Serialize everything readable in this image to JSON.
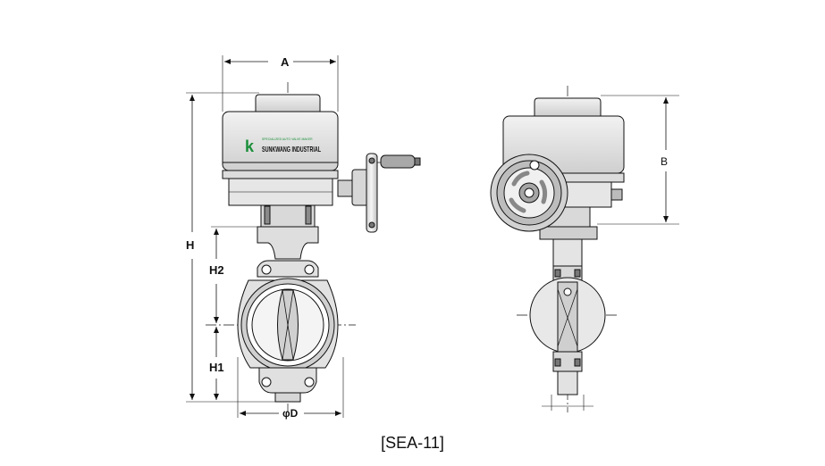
{
  "figure": {
    "caption": "[SEA-11]",
    "labels": {
      "a": "A",
      "h": "H",
      "h2": "H2",
      "h1": "H1",
      "d": "φD",
      "b": "B"
    },
    "logo": {
      "mark": "k",
      "tagline": "SPECIALIZED AUTO VALVE MAKER",
      "brand": "SUNKWANG INDUSTRIAL"
    }
  },
  "colors": {
    "line": "#111111",
    "shade": "#c7c7c7",
    "light": "#ececec",
    "mid": "#9a9a9a",
    "logo_green": "#1a8f3a"
  },
  "icons": [
    "butterfly-valve-front-view",
    "butterfly-valve-side-view",
    "handwheel-icon"
  ]
}
